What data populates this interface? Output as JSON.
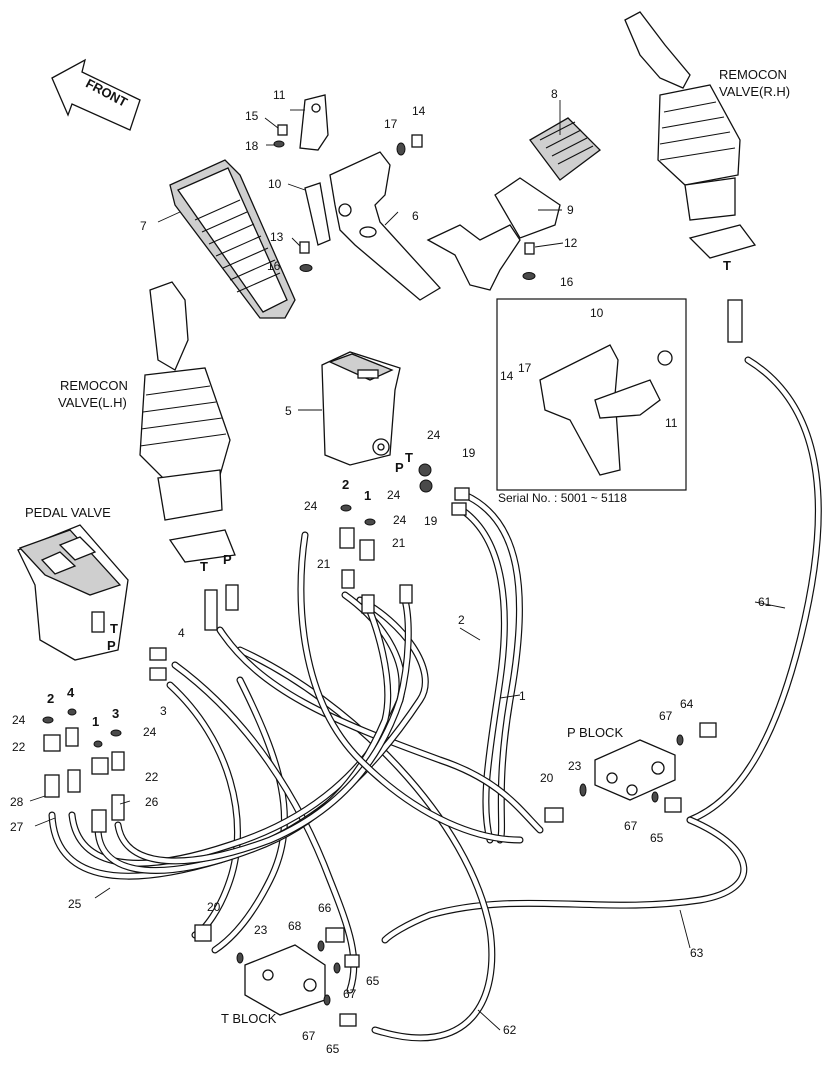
{
  "labels": {
    "front": "FRONT",
    "remocon_rh": [
      "REMOCON",
      "VALVE(R.H)"
    ],
    "remocon_lh": [
      "REMOCON",
      "VALVE(L.H)"
    ],
    "pedal_valve": "PEDAL VALVE",
    "p_block": "P BLOCK",
    "t_block": "T BLOCK",
    "serial": "Serial No. : 5001 ~ 5118"
  },
  "port_letters": {
    "t": "T",
    "p": "P"
  },
  "port_numbers": {
    "one": "1",
    "two": "2",
    "three": "3",
    "four": "4"
  },
  "part_numbers": {
    "p1": "1",
    "p2": "2",
    "p3": "3",
    "p4": "4",
    "p5": "5",
    "p6": "6",
    "p7": "7",
    "p8": "8",
    "p9": "9",
    "p10": "10",
    "p11": "11",
    "p12": "12",
    "p13": "13",
    "p14": "14",
    "p15": "15",
    "p16": "16",
    "p17": "17",
    "p18": "18",
    "p19": "19",
    "p20": "20",
    "p21": "21",
    "p22": "22",
    "p23": "23",
    "p24": "24",
    "p25": "25",
    "p26": "26",
    "p27": "27",
    "p28": "28",
    "p61": "61",
    "p62": "62",
    "p63": "63",
    "p64": "64",
    "p65": "65",
    "p66": "66",
    "p67": "67",
    "p68": "68"
  }
}
